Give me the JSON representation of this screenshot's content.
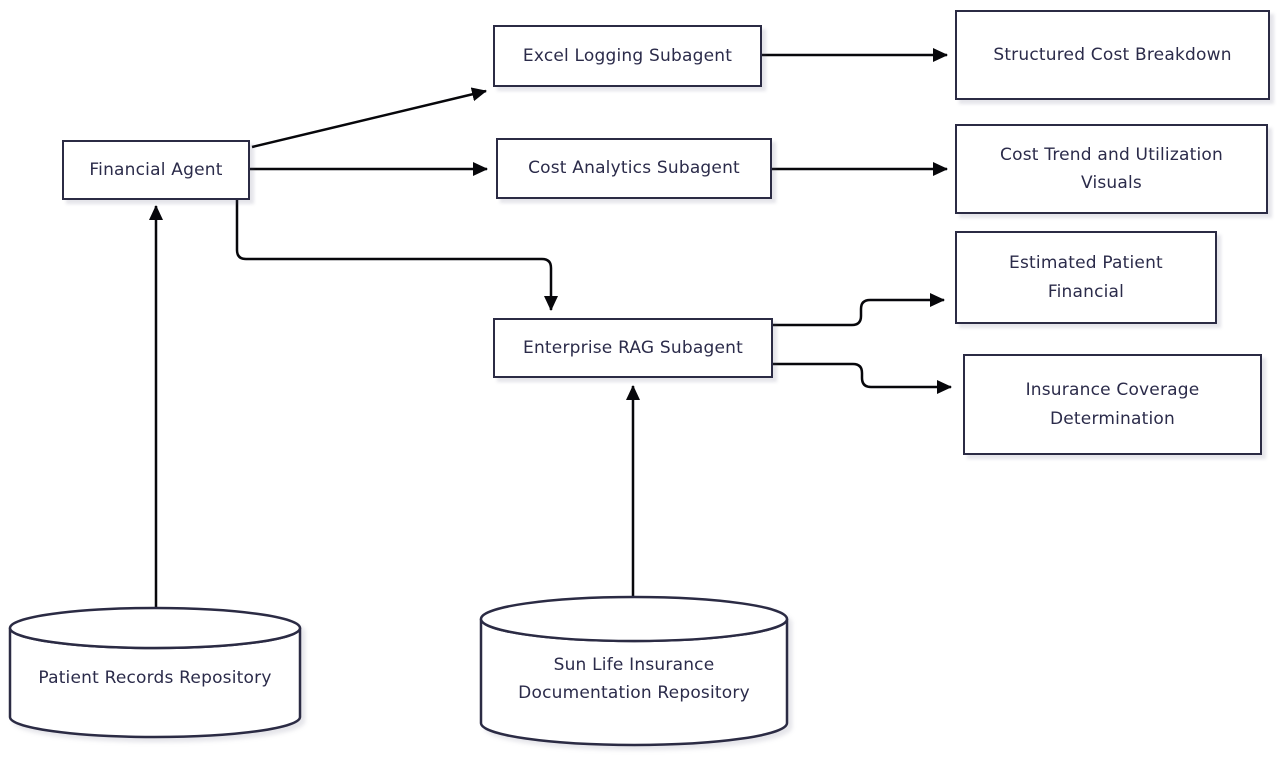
{
  "diagram": {
    "type": "flowchart",
    "background": "#ffffff",
    "colors": {
      "node_border": "#2b2b44",
      "node_fill": "#ffffff",
      "text": "#2b2b4a",
      "edge": "#07070b"
    },
    "nodes": [
      {
        "id": "financial-agent",
        "shape": "rect",
        "label": "Financial Agent"
      },
      {
        "id": "excel-logging-subagent",
        "shape": "rect",
        "label": "Excel Logging Subagent"
      },
      {
        "id": "cost-analytics-subagent",
        "shape": "rect",
        "label": "Cost Analytics Subagent"
      },
      {
        "id": "enterprise-rag-subagent",
        "shape": "rect",
        "label": "Enterprise RAG Subagent"
      },
      {
        "id": "structured-cost-breakdown",
        "shape": "rect",
        "label": "Structured Cost Breakdown"
      },
      {
        "id": "cost-trend-utilization-visuals",
        "shape": "rect",
        "label": "Cost Trend and Utilization\nVisuals"
      },
      {
        "id": "estimated-patient-financial",
        "shape": "rect",
        "label": "Estimated Patient\nFinancial"
      },
      {
        "id": "insurance-coverage-determination",
        "shape": "rect",
        "label": "Insurance Coverage\nDetermination"
      },
      {
        "id": "patient-records-repository",
        "shape": "cylinder",
        "label": "Patient Records Repository"
      },
      {
        "id": "sun-life-insurance-documentation-repository",
        "shape": "cylinder",
        "label": "Sun Life Insurance\nDocumentation Repository"
      }
    ],
    "edges": [
      {
        "from": "financial-agent",
        "to": "excel-logging-subagent"
      },
      {
        "from": "financial-agent",
        "to": "cost-analytics-subagent"
      },
      {
        "from": "financial-agent",
        "to": "enterprise-rag-subagent"
      },
      {
        "from": "excel-logging-subagent",
        "to": "structured-cost-breakdown"
      },
      {
        "from": "cost-analytics-subagent",
        "to": "cost-trend-utilization-visuals"
      },
      {
        "from": "enterprise-rag-subagent",
        "to": "estimated-patient-financial"
      },
      {
        "from": "enterprise-rag-subagent",
        "to": "insurance-coverage-determination"
      },
      {
        "from": "patient-records-repository",
        "to": "financial-agent"
      },
      {
        "from": "sun-life-insurance-documentation-repository",
        "to": "enterprise-rag-subagent"
      }
    ]
  }
}
